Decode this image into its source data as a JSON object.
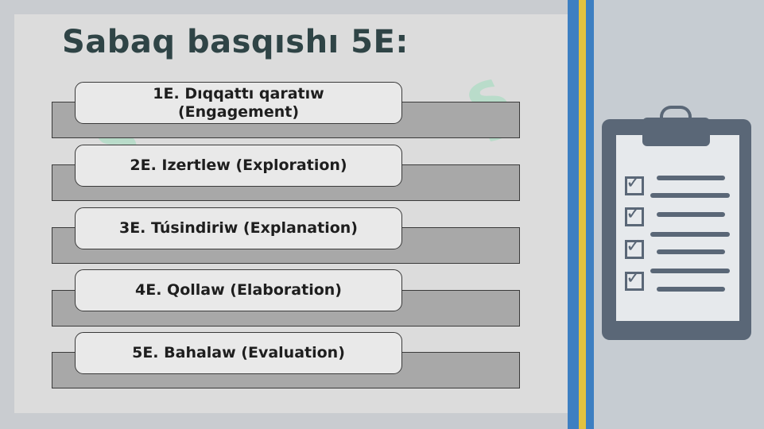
{
  "title": "Sabaq basqıshı 5E:",
  "steps": [
    {
      "label": "1E. Dıqqattı qaratıw\n(Engagement)"
    },
    {
      "label": "2E. Izertlew (Exploration)"
    },
    {
      "label": "3E. Túsindiriw (Explanation)"
    },
    {
      "label": "4E. Qollaw (Elaboration)"
    },
    {
      "label": "5E. Bahalaw (Evaluation)"
    }
  ],
  "icon": "clipboard-checklist-icon",
  "colors": {
    "title": "#2f4446",
    "stripe_blue": "#3d7fc2",
    "stripe_yellow": "#e3c23f",
    "clipboard": "#5a6777"
  }
}
